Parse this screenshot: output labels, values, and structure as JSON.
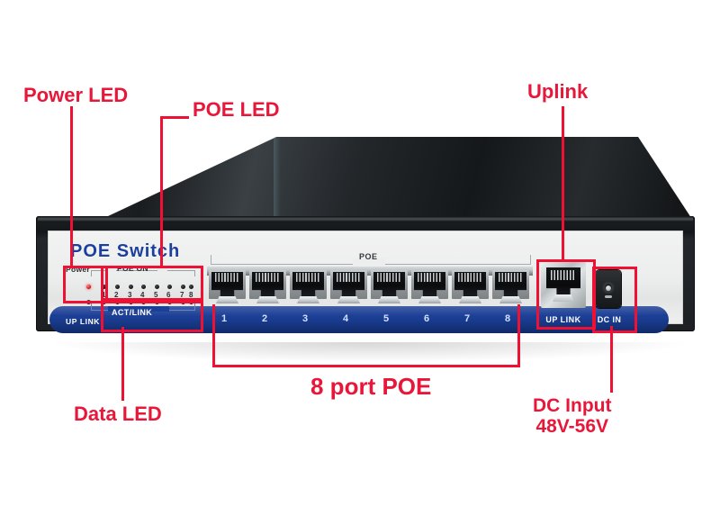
{
  "device": {
    "brand_text": "POE  Switch",
    "brand_color": "#1b3f9c",
    "faceplate_color": "#eceded",
    "chassis_color": "#1b1f22",
    "band_color": "#1c3f96",
    "led_panel": {
      "power_label": "Power",
      "poe_on_label": "POE  ON",
      "act_link_label": "ACT/LINK",
      "uplink_label": "UP LINK",
      "power_led_color": "#d51b1b",
      "poe_numbers": [
        "1",
        "2",
        "3",
        "4",
        "5",
        "6",
        "7",
        "8"
      ],
      "act_numbers": [
        "1",
        "2",
        "3",
        "4",
        "5",
        "6",
        "7",
        "8"
      ]
    },
    "port_group_label": "POE",
    "ports": [
      {
        "number": "1"
      },
      {
        "number": "2"
      },
      {
        "number": "3"
      },
      {
        "number": "4"
      },
      {
        "number": "5"
      },
      {
        "number": "6"
      },
      {
        "number": "7"
      },
      {
        "number": "8"
      }
    ],
    "uplink_port": {
      "label": "UP  LINK"
    },
    "dc_jack": {
      "label": "DC IN"
    }
  },
  "annotations": {
    "color": "#ee1133",
    "labels": {
      "power_led": "Power LED",
      "poe_led": "POE LED",
      "uplink": "Uplink",
      "eight_port_poe": "8 port POE",
      "data_led": "Data LED",
      "dc_input_line1": "DC Input",
      "dc_input_line2": "48V-56V"
    }
  }
}
